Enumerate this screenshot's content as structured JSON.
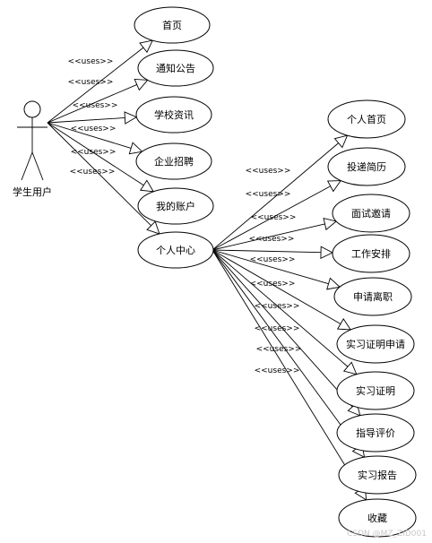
{
  "actor": {
    "label": "学生用户"
  },
  "stereotype": "<<uses>>",
  "primary_use_cases": [
    {
      "id": "home",
      "label": "首页"
    },
    {
      "id": "notice",
      "label": "通知公告"
    },
    {
      "id": "school_info",
      "label": "学校资讯"
    },
    {
      "id": "recruit",
      "label": "企业招聘"
    },
    {
      "id": "account",
      "label": "我的账户"
    },
    {
      "id": "personal_center",
      "label": "个人中心"
    }
  ],
  "sub_use_cases": [
    {
      "id": "personal_home",
      "label": "个人首页"
    },
    {
      "id": "resume",
      "label": "投递简历"
    },
    {
      "id": "interview",
      "label": "面试邀请"
    },
    {
      "id": "work",
      "label": "工作安排"
    },
    {
      "id": "resign",
      "label": "申请离职"
    },
    {
      "id": "cert_apply",
      "label": "实习证明申请"
    },
    {
      "id": "cert",
      "label": "实习证明"
    },
    {
      "id": "evaluation",
      "label": "指导评价"
    },
    {
      "id": "report",
      "label": "实习报告"
    },
    {
      "id": "favorite",
      "label": "收藏"
    }
  ],
  "watermark": "CSDN @MZ_ZID001"
}
